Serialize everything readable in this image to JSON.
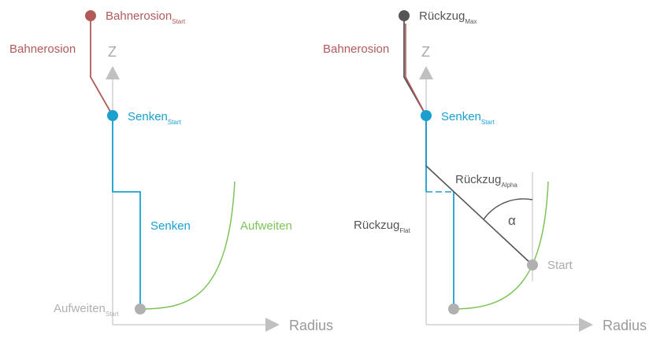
{
  "colors": {
    "axis": "#c8c8c8",
    "axis_label": "#aaaaaa",
    "erosion": "#b05a5a",
    "sink": "#1aa0cf",
    "widen": "#7cc35a",
    "retract": "#555555",
    "start_gray": "#b0b0b0"
  },
  "left": {
    "axis_z": "Z",
    "axis_radius": "Radius",
    "bahnerosion_start": {
      "main": "Bahnerosion",
      "sub": "Start"
    },
    "bahnerosion_label": "Bahnerosion",
    "senken_start": {
      "main": "Senken",
      "sub": "Start"
    },
    "senken_label": "Senken",
    "aufweiten_label": "Aufweiten",
    "aufweiten_start": {
      "main": "Aufweiten",
      "sub": "Start"
    }
  },
  "right": {
    "axis_z": "Z",
    "axis_radius": "Radius",
    "rueckzug_max": {
      "main": "Rückzug",
      "sub": "Max"
    },
    "bahnerosion_label": "Bahnerosion",
    "senken_start": {
      "main": "Senken",
      "sub": "Start"
    },
    "rueckzug_alpha": {
      "main": "Rückzug",
      "sub": "Alpha"
    },
    "alpha_symbol": "α",
    "rueckzug_flat": {
      "main": "Rückzug",
      "sub": "Flat"
    },
    "start_label": "Start"
  }
}
